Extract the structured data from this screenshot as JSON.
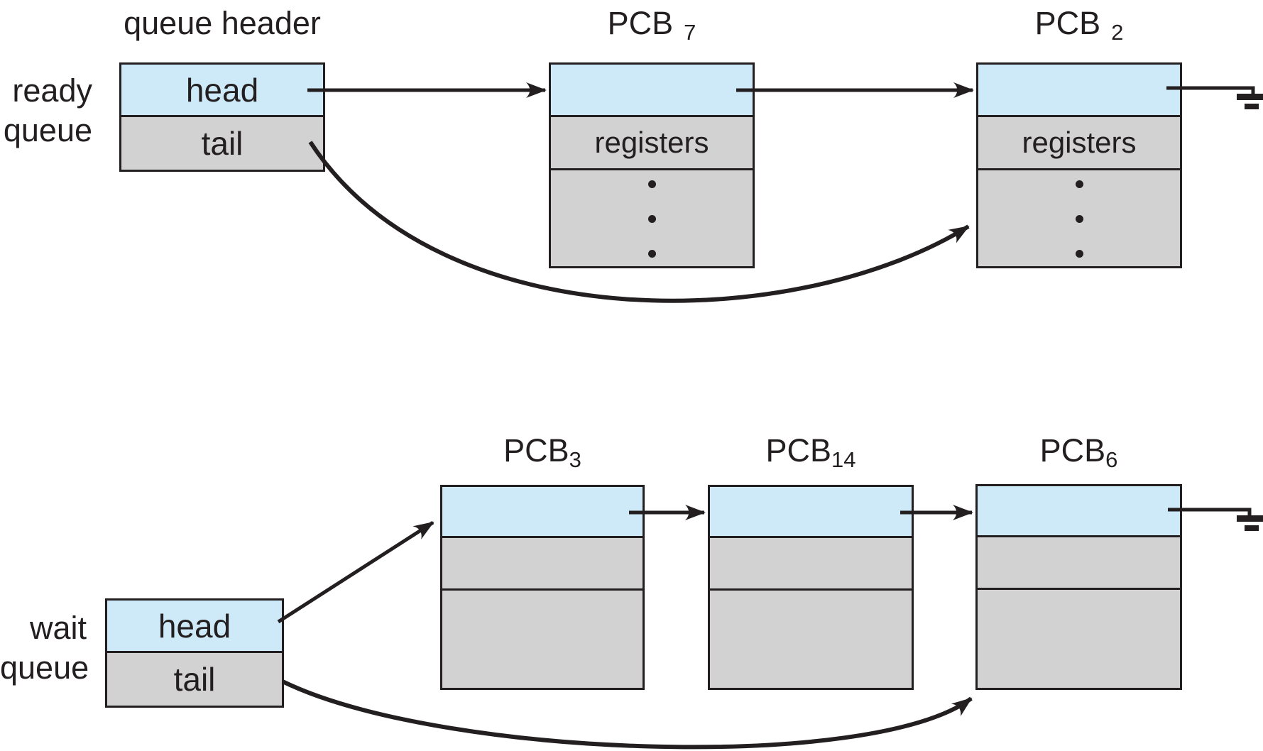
{
  "figure": {
    "description": "ready queue and wait queue linked-list diagram with PCBs"
  },
  "colors": {
    "link_cell": "#cee9f8",
    "field_cell": "#d2d2d2",
    "line": "#231f20",
    "background": "#ffffff"
  },
  "icons": {
    "null_pointer": "electrical-ground-style end-of-list symbol",
    "vertical_ellipsis": "three vertical dots"
  },
  "ready_section": {
    "queue_label_line1": "ready",
    "queue_label_line2": "queue",
    "header_title": "queue header",
    "head_label": "head",
    "tail_label": "tail",
    "pcbs": [
      {
        "name": "PCB",
        "sub": "7",
        "field1": "registers"
      },
      {
        "name": "PCB",
        "sub": "2",
        "field1": "registers"
      }
    ]
  },
  "wait_section": {
    "queue_label_line1": "wait",
    "queue_label_line2": "queue",
    "head_label": "head",
    "tail_label": "tail",
    "pcbs": [
      {
        "name": "PCB",
        "sub": "3"
      },
      {
        "name": "PCB",
        "sub": "14"
      },
      {
        "name": "PCB",
        "sub": "6"
      }
    ]
  }
}
